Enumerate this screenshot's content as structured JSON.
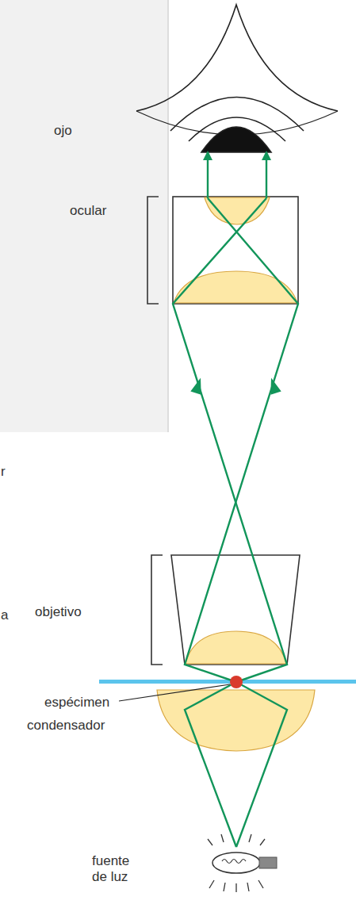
{
  "diagram": {
    "labels": [
      "ojo",
      "ocular",
      "objetivo",
      "espécimen",
      "condensador",
      "fuente de luz",
      "r",
      "a"
    ]
  }
}
